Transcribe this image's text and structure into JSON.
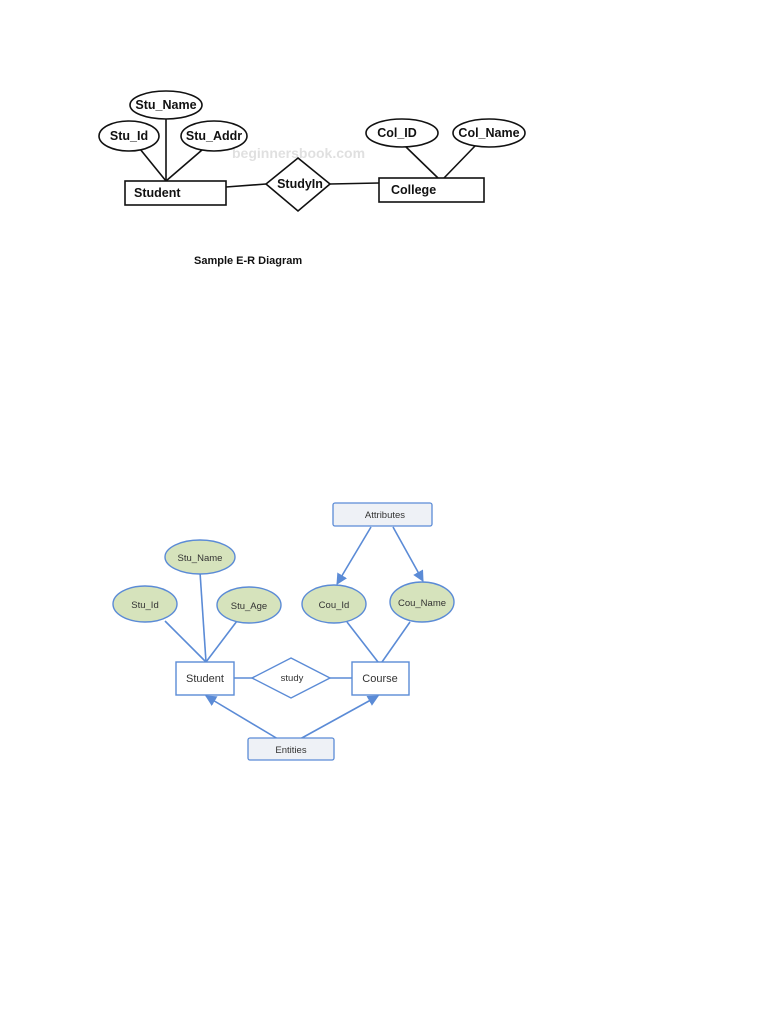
{
  "diagram1": {
    "attributes": {
      "stu_name": "Stu_Name",
      "stu_id": "Stu_Id",
      "stu_addr": "Stu_Addr",
      "col_id": "Col_ID",
      "col_name": "Col_Name"
    },
    "entities": {
      "student": "Student",
      "college": "College"
    },
    "relationship": "StudyIn",
    "watermark": "beginnersbook.com",
    "caption": "Sample E-R Diagram"
  },
  "diagram2": {
    "attributes": {
      "stu_name": "Stu_Name",
      "stu_id": "Stu_Id",
      "stu_age": "Stu_Age",
      "cou_id": "Cou_Id",
      "cou_name": "Cou_Name"
    },
    "entities": {
      "student": "Student",
      "course": "Course"
    },
    "relationship": "study",
    "labels": {
      "attributes": "Attributes",
      "entities": "Entities"
    },
    "colors": {
      "attribute_fill": "#d6e3bc",
      "line": "#5b8bd6",
      "label_fill": "#eef1f6"
    }
  }
}
